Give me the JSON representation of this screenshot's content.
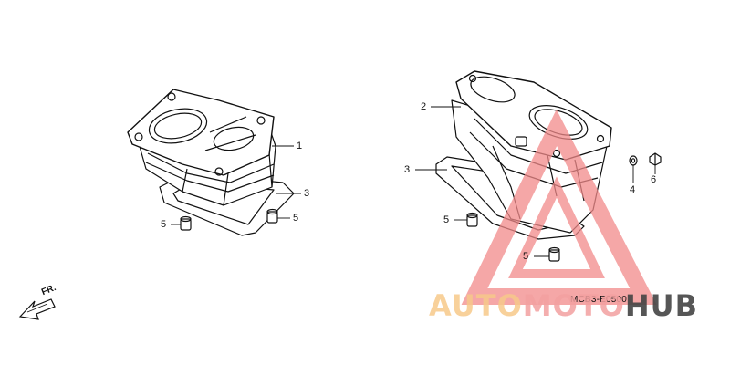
{
  "callouts": {
    "c1": "1",
    "c2": "2",
    "c3_left": "3",
    "c3_right": "3",
    "c4": "4",
    "c5_a": "5",
    "c5_b": "5",
    "c5_c": "5",
    "c5_d": "5",
    "c6": "6"
  },
  "fr_label": "FR.",
  "diagram_code": "MCB3-E0500",
  "watermark": {
    "part1": "AUTO",
    "part2": "MOTO",
    "part3": "HUB",
    "color_auto": "#f7c98a",
    "color_moto": "#f3a0a0",
    "color_hub": "#444444",
    "triangle_color": "#f28a8a"
  }
}
